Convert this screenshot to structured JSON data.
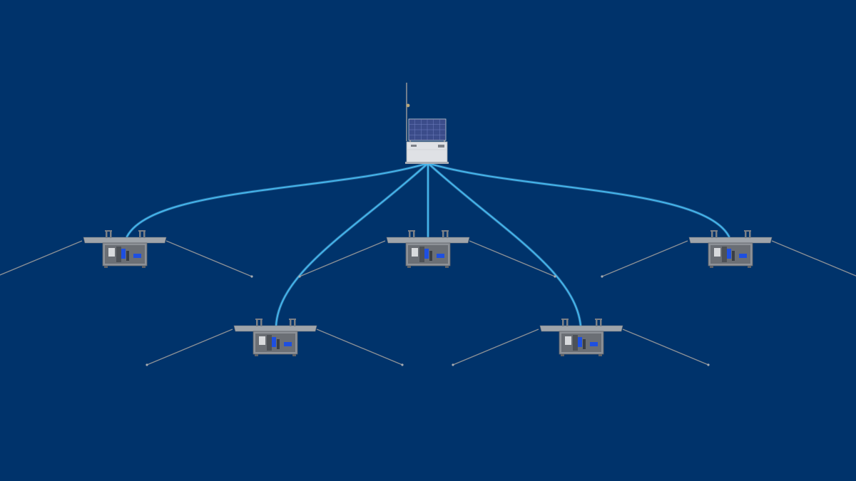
{
  "colors": {
    "background": "#00336b",
    "cable": "#43b3ea",
    "cable_glow": "#7fd0f5",
    "hub_body": "#dfe1e5",
    "solar_panel": "#3b4c8a",
    "unit_frame": "#8e9298",
    "unit_dark": "#4d5157",
    "unit_accent": "#1e4fe0",
    "strut": "#8a8f95"
  },
  "hub": {
    "icon": "solar-hub-icon"
  },
  "nodes": [
    {
      "id": "node-1",
      "icon": "sensor-node-icon"
    },
    {
      "id": "node-2",
      "icon": "sensor-node-icon"
    },
    {
      "id": "node-3",
      "icon": "sensor-node-icon"
    },
    {
      "id": "node-4",
      "icon": "sensor-node-icon"
    },
    {
      "id": "node-5",
      "icon": "sensor-node-icon"
    }
  ],
  "links": [
    {
      "from": "hub",
      "to": "node-1"
    },
    {
      "from": "hub",
      "to": "node-2"
    },
    {
      "from": "hub",
      "to": "node-3"
    },
    {
      "from": "hub",
      "to": "node-4"
    },
    {
      "from": "hub",
      "to": "node-5"
    }
  ]
}
